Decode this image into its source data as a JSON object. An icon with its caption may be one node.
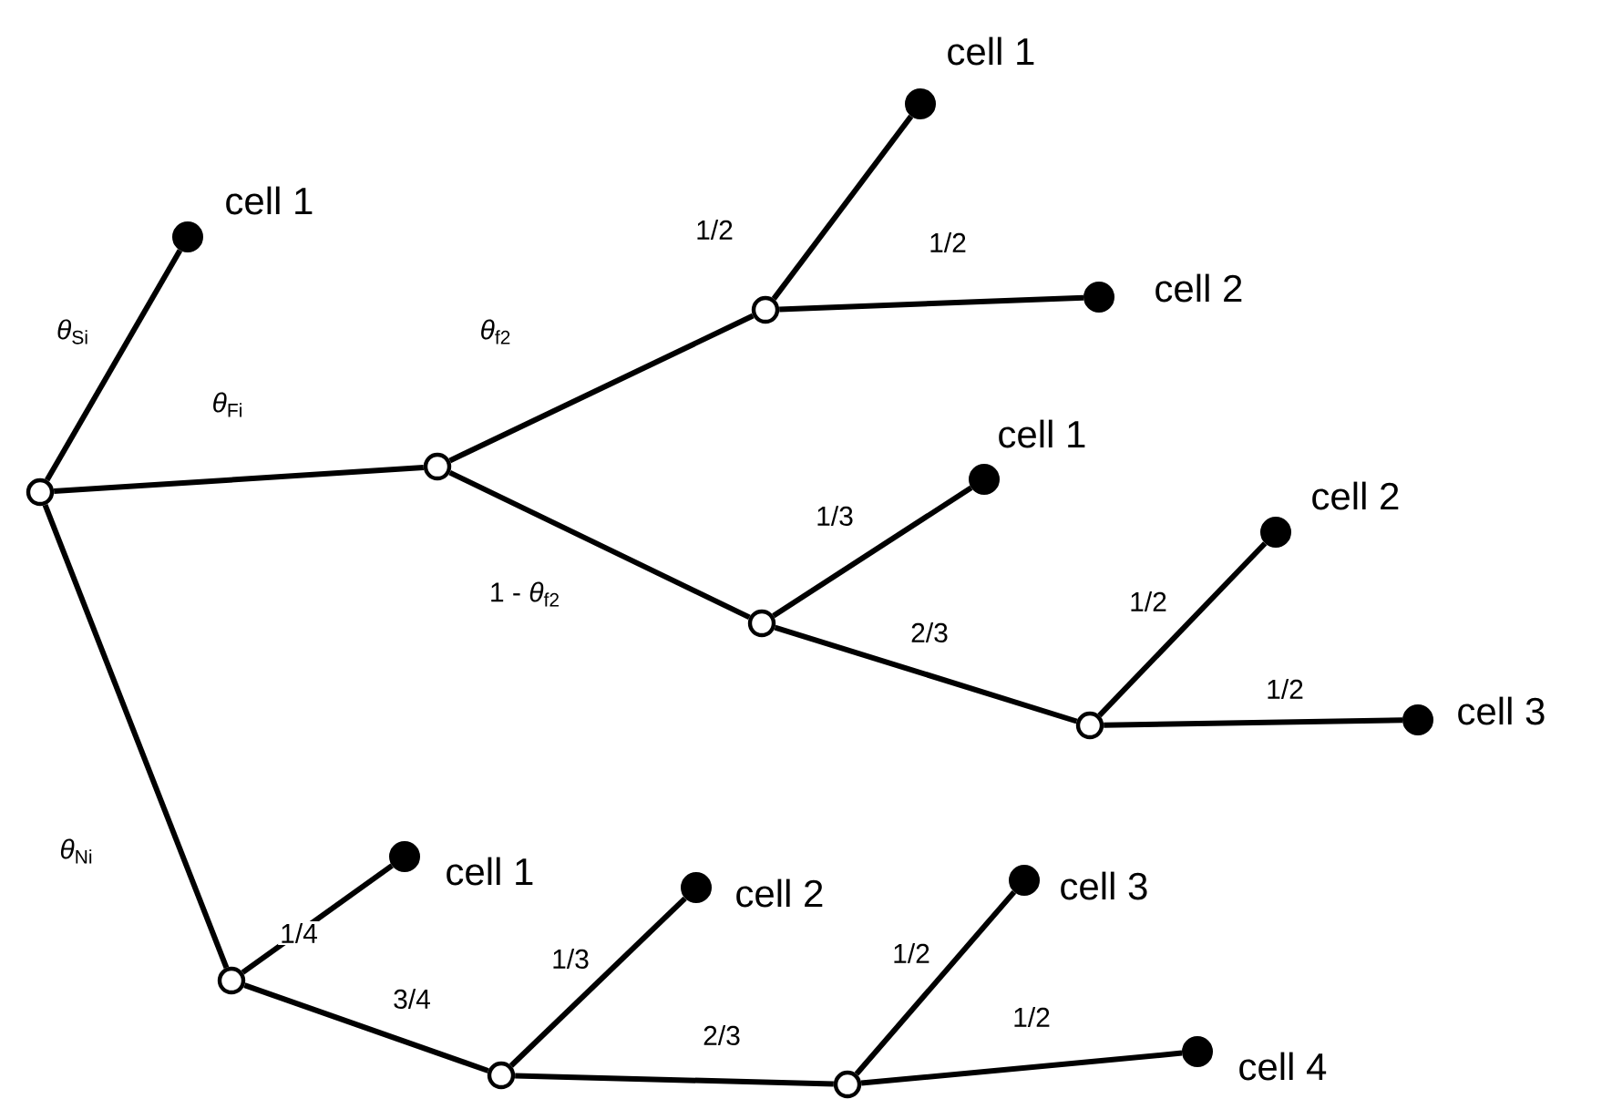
{
  "diagram": {
    "nodes": [
      {
        "text": [],
        "shape": "circle"
      },
      {
        "text": [],
        "shape": "dot",
        "beside": [
          "cell 1"
        ]
      },
      {
        "text": [],
        "shape": "circle"
      },
      {
        "text": [],
        "shape": "circle"
      },
      {
        "text": [],
        "shape": "dot",
        "beside": [
          "cell 1"
        ]
      },
      {
        "text": [],
        "shape": "dot",
        "beside": [
          "cell 2"
        ]
      },
      {
        "text": [],
        "shape": "circle"
      },
      {
        "text": [],
        "shape": "dot",
        "beside": [
          "cell 1"
        ]
      },
      {
        "text": [],
        "shape": "circle"
      },
      {
        "text": [],
        "shape": "dot",
        "beside": [
          "cell 2"
        ]
      },
      {
        "text": [],
        "shape": "dot",
        "beside": [
          "cell 3"
        ]
      },
      {
        "text": [],
        "shape": "circle"
      },
      {
        "text": [],
        "shape": "dot",
        "beside": [
          "cell 1"
        ]
      },
      {
        "text": [],
        "shape": "circle"
      },
      {
        "text": [],
        "shape": "dot",
        "beside": [
          "cell 2"
        ]
      },
      {
        "text": [],
        "shape": "circle"
      },
      {
        "text": [],
        "shape": "dot",
        "beside": [
          "cell 3"
        ]
      },
      {
        "text": [],
        "shape": "dot",
        "beside": [
          "cell 4"
        ]
      }
    ],
    "edges": [
      {
        "from": 0,
        "to": 1,
        "arrow": "none",
        "label": "*θ*$_{Si}$"
      },
      {
        "from": 0,
        "to": 2,
        "arrow": "none",
        "label": "*θ*$_{Fi}$"
      },
      {
        "from": 2,
        "to": 3,
        "arrow": "none",
        "label": "*θ*$_{f2}$"
      },
      {
        "from": 3,
        "to": 4,
        "arrow": "none",
        "label": "1/2"
      },
      {
        "from": 3,
        "to": 5,
        "arrow": "none",
        "label": "1/2"
      },
      {
        "from": 2,
        "to": 6,
        "arrow": "none",
        "label": "1 - *θ*$_{f2}$"
      },
      {
        "from": 6,
        "to": 7,
        "arrow": "none",
        "label": "1/3"
      },
      {
        "from": 6,
        "to": 8,
        "arrow": "none",
        "label": "2/3"
      },
      {
        "from": 8,
        "to": 9,
        "arrow": "none",
        "label": "1/2"
      },
      {
        "from": 8,
        "to": 10,
        "arrow": "none",
        "label": "1/2"
      },
      {
        "from": 0,
        "to": 11,
        "arrow": "none",
        "label": "*θ*$_{Ni}$"
      },
      {
        "from": 11,
        "to": 12,
        "arrow": "none",
        "label": "1/4"
      },
      {
        "from": 11,
        "to": 13,
        "arrow": "none",
        "label": "3/4"
      },
      {
        "from": 13,
        "to": 14,
        "arrow": "none",
        "label": "1/3"
      },
      {
        "from": 13,
        "to": 15,
        "arrow": "none",
        "label": "2/3"
      },
      {
        "from": 15,
        "to": 16,
        "arrow": "none",
        "label": "1/2"
      },
      {
        "from": 15,
        "to": 17,
        "arrow": "none",
        "label": "1/2"
      }
    ]
  }
}
